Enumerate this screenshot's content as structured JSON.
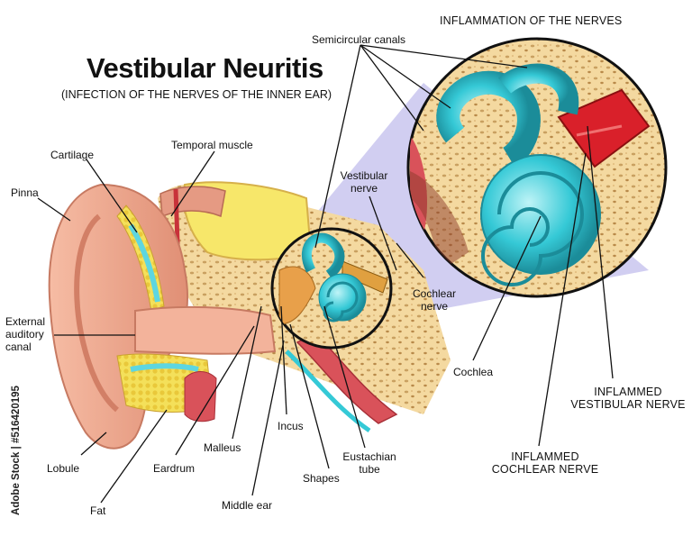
{
  "title": "Vestibular Neuritis",
  "subtitle": "(INFECTION OF THE NERVES OF THE INNER EAR)",
  "inset_title": "INFLAMMATION OF THE NERVES",
  "labels": {
    "semicircular_canals": "Semicircular canals",
    "cartilage": "Cartilage",
    "temporal_muscle": "Temporal muscle",
    "pinna": "Pinna",
    "vestibular_nerve_1": "Vestibular",
    "vestibular_nerve_2": "nerve",
    "cochlear_nerve_1": "Cochlear",
    "cochlear_nerve_2": "nerve",
    "external_canal_1": "External",
    "external_canal_2": "auditory",
    "external_canal_3": "canal",
    "cochlea": "Cochlea",
    "inflamed_vestibular_1": "INFLAMMED",
    "inflamed_vestibular_2": "VESTIBULAR NERVE",
    "inflamed_cochlear_1": "INFLAMMED",
    "inflamed_cochlear_2": "COCHLEAR NERVE",
    "incus": "Incus",
    "malleus": "Malleus",
    "lobule": "Lobule",
    "eardrum": "Eardrum",
    "eustachian_1": "Eustachian",
    "eustachian_2": "tube",
    "shapes": "Shapes",
    "fat": "Fat",
    "middle_ear": "Middle ear"
  },
  "watermark": "Adobe Stock | #516420195",
  "colors": {
    "skin": "#f0a98f",
    "skin_dark": "#d97f66",
    "bone": "#f4d9a0",
    "bone_dots": "#c9a060",
    "cartilage_yellow": "#f4e05a",
    "cyan": "#35c9d6",
    "nerve_red": "#d9202a",
    "lavender": "#c9c6ef",
    "brain_yellow": "#f7e76a"
  }
}
